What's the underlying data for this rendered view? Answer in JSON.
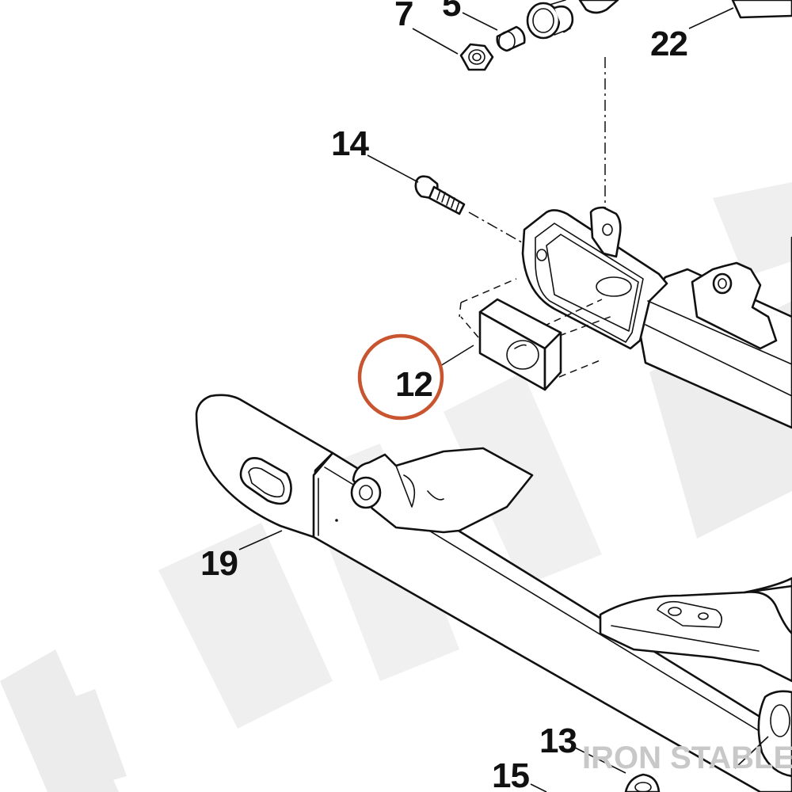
{
  "callouts": {
    "c7": "7",
    "c5": "5",
    "c22": "22",
    "c14": "14",
    "c12": "12",
    "c19": "19",
    "c13": "13",
    "c15": "15"
  },
  "watermark": {
    "text": "IRON STABLE",
    "color": "#c8c8c8"
  },
  "highlight": {
    "target": "12",
    "color": "#c8552f"
  }
}
